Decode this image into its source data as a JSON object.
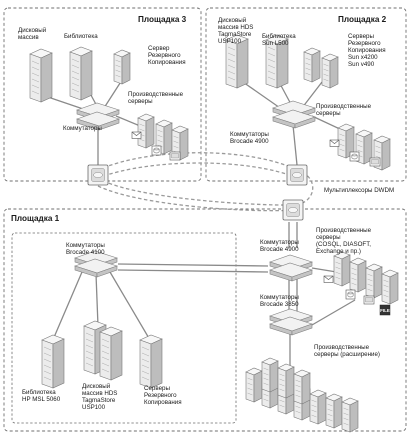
{
  "sites": {
    "site3": {
      "title": "Площадка 3"
    },
    "site2": {
      "title": "Площадка 2"
    },
    "site1": {
      "title": "Площадка 1"
    }
  },
  "labels": {
    "s3_disk": [
      "Дисковый",
      "массив"
    ],
    "s3_lib": [
      "Библиотека"
    ],
    "s3_backup": [
      "Сервер",
      "Резервного",
      "Копирования"
    ],
    "s3_prod": [
      "Производственные",
      "серверы"
    ],
    "s3_switches": [
      "Коммутаторы"
    ],
    "s2_disk": [
      "Дисковый",
      "массив HDS",
      "TagmaStore",
      "USP100"
    ],
    "s2_lib": [
      "Библиотека",
      "Sun L500"
    ],
    "s2_backup": [
      "Серверы",
      "Резервного",
      "Копирования",
      "Sun x4200",
      "Sun v490"
    ],
    "s2_prod": [
      "Производственные",
      "серверы"
    ],
    "s2_switches": [
      "Коммутаторы",
      "Brocade 4900"
    ],
    "mux": [
      "Мультиплексоры DWDM"
    ],
    "s1_sw4100": [
      "Коммутаторы",
      "Brocade 4100"
    ],
    "s1_sw4900": [
      "Коммутаторы",
      "Brocade 4900"
    ],
    "s1_prod": [
      "Производственные",
      "серверы",
      "(COSQL, DIASOFT,",
      "Exchange и пр.)"
    ],
    "s1_sw3850": [
      "Коммутаторы",
      "Brocade 3850"
    ],
    "s1_prod_ext": [
      "Производственные",
      "серверы (расширение)"
    ],
    "s1_lib": [
      "Библиотека",
      "HP MSL 5060"
    ],
    "s1_disk": [
      "Дисковый",
      "массив HDS",
      "TagmaStore",
      "USP100"
    ],
    "s1_backup": [
      "Серверы",
      "Резервного",
      "Копирования"
    ]
  },
  "icons": {
    "mail": "envelope-icon",
    "database": "database-icon",
    "file": "file-icon",
    "monitor": "monitor-icon"
  }
}
